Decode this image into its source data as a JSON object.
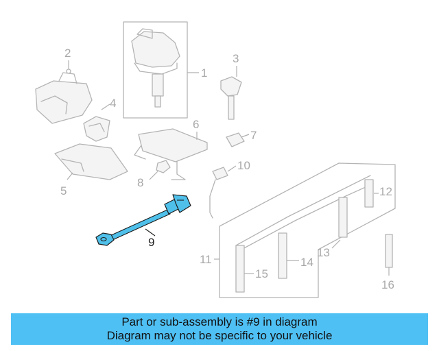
{
  "labels": {
    "l1": "1",
    "l2": "2",
    "l3": "3",
    "l4": "4",
    "l5": "5",
    "l6": "6",
    "l7": "7",
    "l8": "8",
    "l9": "9",
    "l10": "10",
    "l11": "11",
    "l12": "12",
    "l13": "13",
    "l14": "14",
    "l15": "15",
    "l16": "16"
  },
  "highlight": {
    "part_number": "9",
    "color": "#4fc0ea"
  },
  "banner": {
    "line1": "Part or sub-assembly is #9 in diagram",
    "line2": "Diagram may not be specific to your vehicle",
    "background": "#4fc0f4"
  }
}
